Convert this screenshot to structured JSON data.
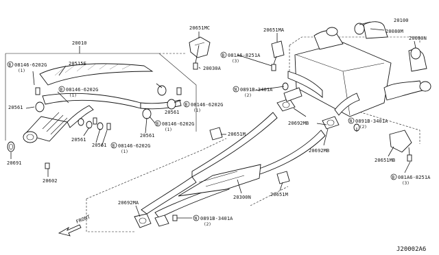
{
  "diagram_id": "J20002A6",
  "front_label": "FRONT",
  "labels": {
    "p20010": "20010",
    "p20515E": "20515E",
    "p20561_a": "20561",
    "p20561_b": "20561",
    "p20561_c": "20561",
    "p20561_d": "20561",
    "p20561_e": "20561",
    "p20691": "20691",
    "p20602": "20602",
    "p20651MC": "20651MC",
    "p20030A": "20030A",
    "p20651MA": "20651MA",
    "p20100": "20100",
    "p20080M": "20080M",
    "p20080N": "20080N",
    "p20692MB_a": "20692MB",
    "p20692MB_b": "20692MB",
    "p20651M_a": "20651M",
    "p20651M_b": "20651M",
    "p20300N": "20300N",
    "p20692MA": "20692MA",
    "p20651MB": "20651MB"
  },
  "bolt_labels": {
    "b1_code": "08146-6202G",
    "b1_qty": "(1)",
    "b2_code": "08146-6202G",
    "b2_qty": "(1)",
    "b3_code": "08146-6202G",
    "b3_qty": "(1)",
    "b4_code": "08146-6202G",
    "b4_qty": "(1)",
    "b5_code": "08146-6202G",
    "b5_qty": "(1)",
    "b6_code": "081A6-8251A",
    "b6_qty": "(3)",
    "b7_code": "081A6-8251A",
    "b7_qty": "(3)"
  },
  "nut_labels": {
    "n1_code": "0891B-3401A",
    "n1_qty": "(2)",
    "n2_code": "0891B-3401A",
    "n2_qty": "(2)",
    "n3_code": "0891B-3401A",
    "n3_qty": "(2)"
  },
  "prefix": {
    "bolt": "B",
    "nut": "N"
  }
}
